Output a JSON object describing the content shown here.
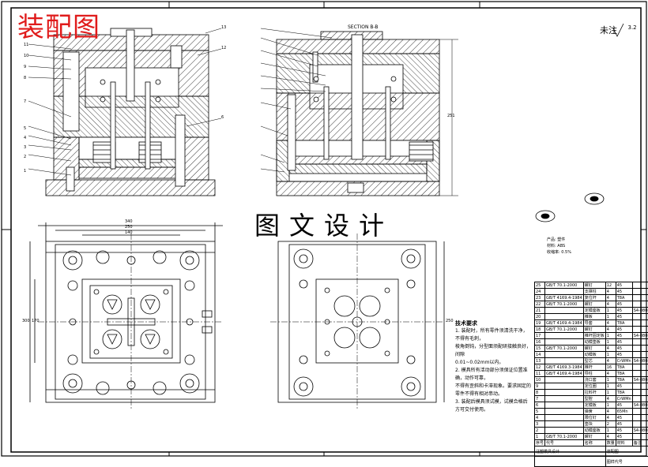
{
  "overlay_title": "装配图",
  "watermark": "图文设计",
  "roughness_note": "未注",
  "roughness_value": "3.2",
  "section_label": "SECTION B-B",
  "dimensions": {
    "top_width": "340",
    "width_2": "250",
    "width_3": "140",
    "height_left": "300",
    "height_inner": "170",
    "height_right": "250",
    "side_height": "251"
  },
  "part_callouts": [
    "1",
    "2",
    "3",
    "4",
    "5",
    "6",
    "7",
    "8",
    "9",
    "10",
    "11",
    "12",
    "13"
  ],
  "tech_requirements": {
    "title": "技术要求",
    "lines": [
      "1. 装配时，所有零件须清洗干净，不得有毛刺，",
      "棱角倒钝，分型面须配研接触良好，间隙",
      "0.01~0.02mm以内。",
      "2. 模具所有活动部分须保证位置准确，动作可靠，",
      "不得有歪斜和卡滞现象。要求固定的零件不得有相对串动。",
      "3. 装配后模具须试模，试模合格后方可交付使用。"
    ]
  },
  "title_block": {
    "rows": [
      [
        "25",
        "GB/T 70.1-2000",
        "螺钉",
        "12",
        "45",
        ""
      ],
      [
        "24",
        "",
        "支撑柱",
        "4",
        "45",
        ""
      ],
      [
        "23",
        "GB/T 4169.4-1984",
        "复位杆",
        "4",
        "T8A",
        ""
      ],
      [
        "22",
        "GB/T 70.1-2000",
        "螺钉",
        "4",
        "45",
        ""
      ],
      [
        "21",
        "",
        "定模座板",
        "1",
        "45",
        "S4-0808C"
      ],
      [
        "20",
        "",
        "推板",
        "1",
        "45",
        ""
      ],
      [
        "19",
        "GB/T 4169.4-1984",
        "导套",
        "4",
        "T8A",
        ""
      ],
      [
        "18",
        "GB/T 70.1-2000",
        "螺钉",
        "4",
        "45",
        ""
      ],
      [
        "17",
        "",
        "推杆固定板",
        "1",
        "45",
        "S4-0808C"
      ],
      [
        "16",
        "",
        "动模垫板",
        "1",
        "45",
        ""
      ],
      [
        "15",
        "GB/T 70.1-2000",
        "螺钉",
        "4",
        "45",
        ""
      ],
      [
        "14",
        "",
        "动模板",
        "1",
        "45",
        ""
      ],
      [
        "13",
        "",
        "型芯",
        "4",
        "CrWMn",
        "S4-0808C"
      ],
      [
        "12",
        "GB/T 4169.3-1984",
        "推杆",
        "16",
        "T8A",
        ""
      ],
      [
        "11",
        "GB/T 4169.4-1984",
        "导柱",
        "4",
        "T8A",
        ""
      ],
      [
        "10",
        "",
        "浇口套",
        "1",
        "T8A",
        "S4-0808C"
      ],
      [
        "9",
        "",
        "定位圈",
        "1",
        "45",
        ""
      ],
      [
        "8",
        "",
        "拉料杆",
        "1",
        "T8A",
        ""
      ],
      [
        "7",
        "",
        "型腔",
        "4",
        "CrWMn",
        ""
      ],
      [
        "6",
        "",
        "定模板",
        "1",
        "45",
        "S4-0808C"
      ],
      [
        "5",
        "",
        "弹簧",
        "4",
        "65Mn",
        ""
      ],
      [
        "4",
        "",
        "限位钉",
        "4",
        "45",
        ""
      ],
      [
        "3",
        "",
        "垫块",
        "2",
        "45",
        ""
      ],
      [
        "2",
        "",
        "动模座板",
        "1",
        "45",
        "S4-0808C"
      ],
      [
        "1",
        "GB/T 70.1-2000",
        "螺钉",
        "4",
        "45",
        ""
      ]
    ],
    "header": [
      "序号",
      "代号",
      "名称",
      "数量",
      "材料",
      "备注"
    ],
    "name": "注塑模具设计",
    "drawing_type": "装配图",
    "school": "图样代号"
  },
  "product_label": [
    "产品: 塑件",
    "材料: ABS",
    "收缩率: 0.5%"
  ]
}
